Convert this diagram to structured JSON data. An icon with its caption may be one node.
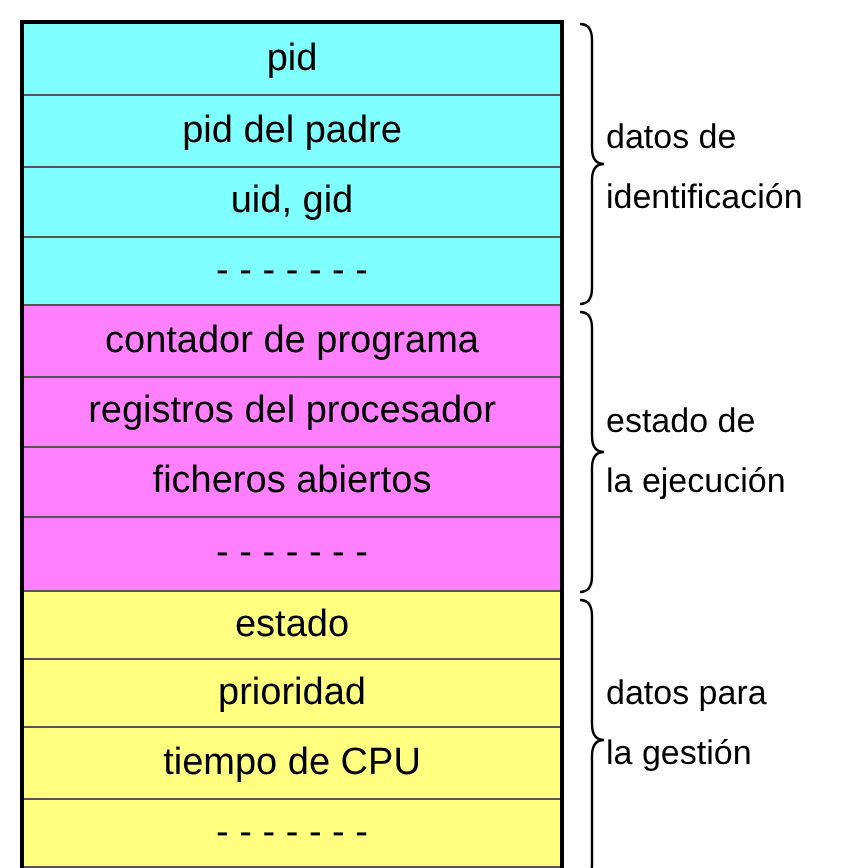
{
  "diagram": {
    "nodes": [
      {
        "text": [],
        "shape": "box"
      },
      {
        "text": [
          "pid"
        ],
        "in": 0
      },
      {
        "text": [
          "pid del padre"
        ],
        "in": 0
      },
      {
        "text": [
          "uid, gid"
        ],
        "in": 0
      },
      {
        "text": [
          "- - - - - - -"
        ],
        "in": 0
      },
      {
        "text": [
          "contador de programa"
        ],
        "in": 0
      },
      {
        "text": [
          "registros del procesador"
        ],
        "in": 0
      },
      {
        "text": [
          "ficheros abiertos"
        ],
        "in": 0
      },
      {
        "text": [
          "- - - - - - -"
        ],
        "in": 0
      },
      {
        "text": [
          "estado"
        ],
        "in": 0
      },
      {
        "text": [
          "prioridad"
        ],
        "in": 0
      },
      {
        "text": [
          "tiempo de CPU"
        ],
        "in": 0
      },
      {
        "text": [
          "- - - - - - -"
        ],
        "in": 0
      }
    ],
    "labels": [
      "datos de identificación",
      "estado de la ejecución",
      "datos para la gestión"
    ]
  }
}
